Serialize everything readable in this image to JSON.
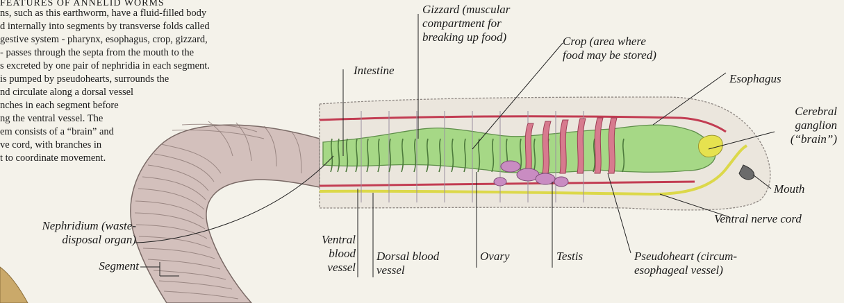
{
  "intro": {
    "heading": "FEATURES OF ANNELID WORMS",
    "lines": [
      "ns, such as this earthworm,  have a fluid-filled body",
      "d internally into segments by transverse folds called",
      "gestive system - pharynx, esophagus, crop, gizzard,",
      " - passes through the septa from the mouth to the",
      "s excreted by one pair of nephridia in each segment.",
      " is pumped by pseudohearts, surrounds the",
      "nd circulate along a dorsal vessel",
      "nches in each segment before",
      "ng the ventral vessel. The",
      "em consists of a “brain” and",
      "ve cord, with branches in",
      "t to coordinate movement."
    ]
  },
  "labels": {
    "gizzard": [
      "Gizzard (muscular",
      "compartment for",
      "breaking up food)"
    ],
    "crop": [
      "Crop (area where",
      "food may be stored)"
    ],
    "intestine": "Intestine",
    "esophagus": "Esophagus",
    "cerebral": [
      "Cerebral",
      "ganglion",
      "(“brain”)"
    ],
    "mouth": "Mouth",
    "ventral_nerve_cord": "Ventral nerve cord",
    "nephridium": [
      "Nephridium (waste-",
      "disposal organ)"
    ],
    "segment": "Segment",
    "ventral_blood_vessel": [
      "Ventral",
      "blood",
      "vessel"
    ],
    "dorsal_blood_vessel": [
      "Dorsal blood",
      "vessel"
    ],
    "ovary": "Ovary",
    "testis": "Testis",
    "pseudoheart": [
      "Pseudoheart (circum-",
      "esophageal vessel)"
    ]
  },
  "colors": {
    "body": "#ece7df",
    "gut": "#9fd37e",
    "vessel": "#c23c52",
    "pseudoheart": "#d77a8e",
    "nerve": "#e3e052",
    "gonad": "#c98cc2",
    "worm_skin": "#cdb8b4"
  }
}
